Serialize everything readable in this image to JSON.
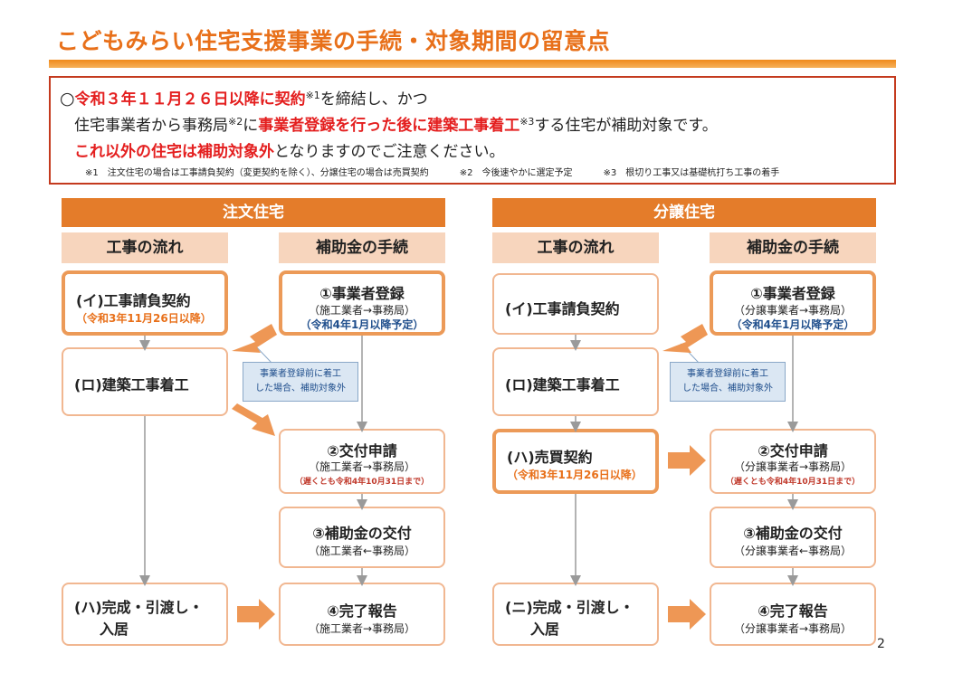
{
  "title": "こどもみらい住宅支援事業の手続・対象期間の留意点",
  "notice": {
    "l1_circle": "○",
    "l1_red": "令和３年１１月２６日以降に契約",
    "l1_sup": "※1",
    "l1_rest": "を締結し、かつ",
    "l2_a": "住宅事業者から事務局",
    "l2_sup": "※2",
    "l2_b": "に",
    "l2_red": "事業者登録を行った後に建築工事着工",
    "l2_sup2": "※3",
    "l2_c": "する住宅が補助対象です。",
    "l3_red": "これ以外の住宅は補助対象外",
    "l3_rest": "となりますのでご注意ください。",
    "fn1": "※1　注文住宅の場合は工事請負契約（変更契約を除く）、分譲住宅の場合は売買契約",
    "fn2": "※2　今後速やかに選定予定",
    "fn3": "※3　根切り工事又は基礎杭打ち工事の着手"
  },
  "left": {
    "header": "注文住宅",
    "col_flow": "工事の流れ",
    "col_proc": "補助金の手続",
    "flow1": {
      "main": "(イ)工事請負契約",
      "sub": "（令和3年11月26日以降）"
    },
    "flow2": {
      "main": "(ロ)建築工事着工"
    },
    "flow3": {
      "main1": "(ハ)完成・引渡し・",
      "main2": "入居"
    },
    "proc1": {
      "main": "①事業者登録",
      "sub": "（施工業者→事務局）",
      "note": "（令和4年1月以降予定）"
    },
    "proc2": {
      "main": "②交付申請",
      "sub": "（施工業者→事務局）",
      "note": "（遅くとも令和4年10月31日まで）"
    },
    "proc3": {
      "main": "③補助金の交付",
      "sub": "（施工業者←事務局）"
    },
    "proc4": {
      "main": "④完了報告",
      "sub": "（施工業者→事務局）"
    },
    "callout1": "事業者登録前に着工",
    "callout2": "した場合、補助対象外"
  },
  "right": {
    "header": "分譲住宅",
    "col_flow": "工事の流れ",
    "col_proc": "補助金の手続",
    "flow1": {
      "main": "(イ)工事請負契約"
    },
    "flow2": {
      "main": "(ロ)建築工事着工"
    },
    "flow3": {
      "main": "(ハ)売買契約",
      "sub": "（令和3年11月26日以降）"
    },
    "flow4": {
      "main1": "(ニ)完成・引渡し・",
      "main2": "入居"
    },
    "proc1": {
      "main": "①事業者登録",
      "sub": "（分譲事業者→事務局）",
      "note": "（令和4年1月以降予定）"
    },
    "proc2": {
      "main": "②交付申請",
      "sub": "（分譲事業者→事務局）",
      "note": "（遅くとも令和4年10月31日まで）"
    },
    "proc3": {
      "main": "③補助金の交付",
      "sub": "（分譲事業者←事務局）"
    },
    "proc4": {
      "main": "④完了報告",
      "sub": "（分譲事業者→事務局）"
    },
    "callout1": "事業者登録前に着工",
    "callout2": "した場合、補助対象外"
  },
  "page_number": "2",
  "colors": {
    "accent": "#e8701a",
    "red": "#e41f1f",
    "header": "#e47c2a",
    "subheader": "#f7d5bd",
    "callout": "#dbe7f3"
  }
}
